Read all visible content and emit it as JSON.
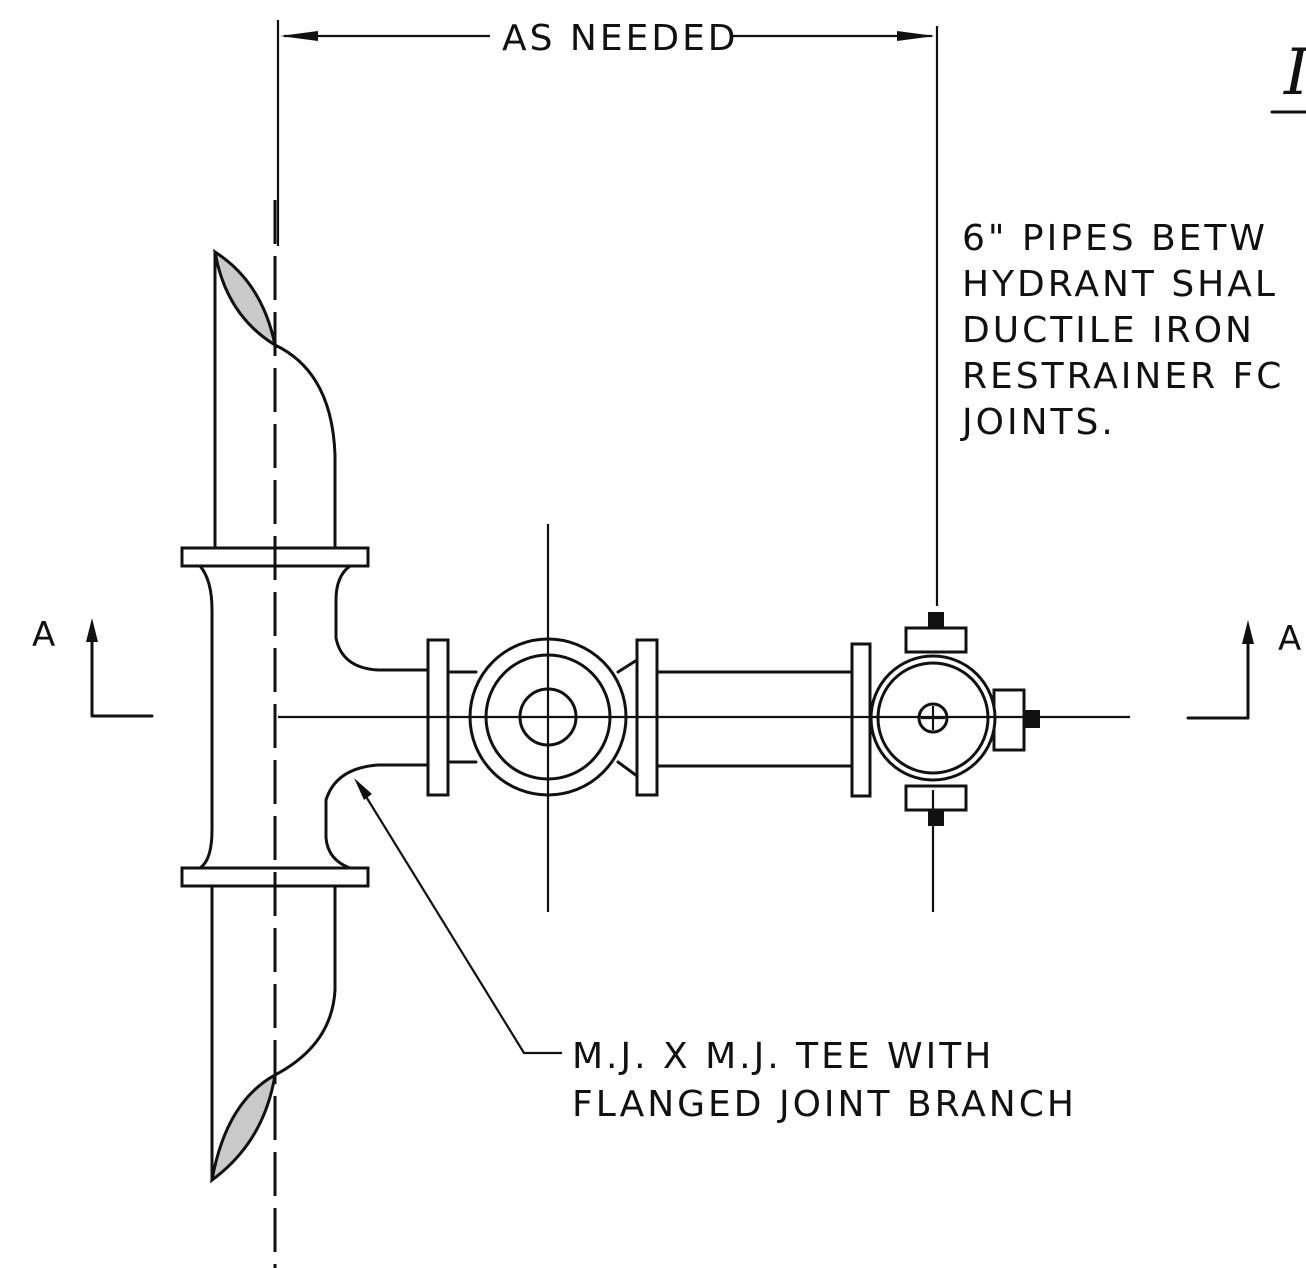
{
  "dimension_label": "AS NEEDED",
  "title_fragment": "I",
  "note_lines": [
    "6\" PIPES BETW",
    "HYDRANT SHAL",
    "DUCTILE IRON",
    "RESTRAINER FC",
    "JOINTS."
  ],
  "section_marks": {
    "left": "A",
    "right": "A"
  },
  "callout_lines": [
    "M.J. X M.J. TEE WITH",
    "FLANGED JOINT BRANCH"
  ]
}
